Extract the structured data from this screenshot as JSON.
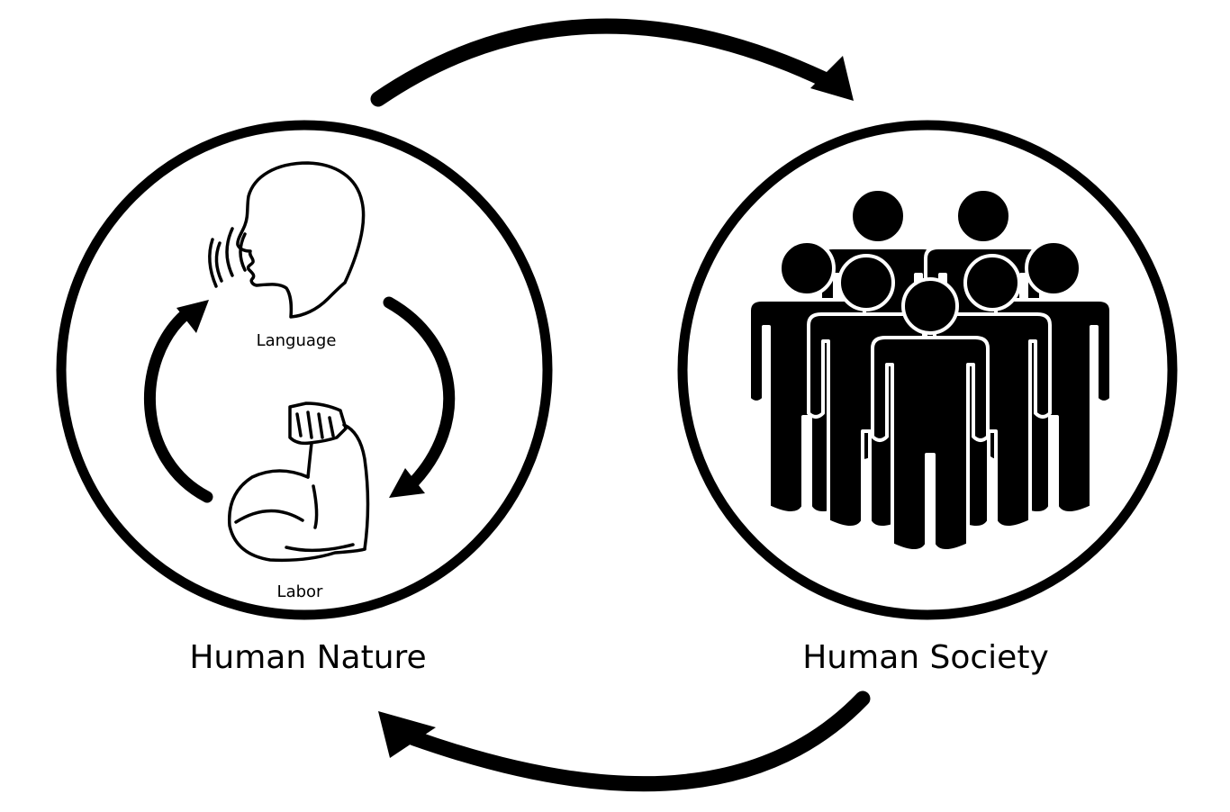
{
  "nodes": {
    "human_nature": {
      "title": "Human Nature",
      "inner": {
        "language": "Language",
        "labor": "Labor"
      }
    },
    "human_society": {
      "title": "Human Society"
    }
  },
  "icons": {
    "speaking_head": "speaking-head-icon",
    "flexed_arm": "flexed-arm-icon",
    "crowd": "crowd-of-people-icon"
  },
  "colors": {
    "stroke": "#000000",
    "background": "#ffffff"
  }
}
